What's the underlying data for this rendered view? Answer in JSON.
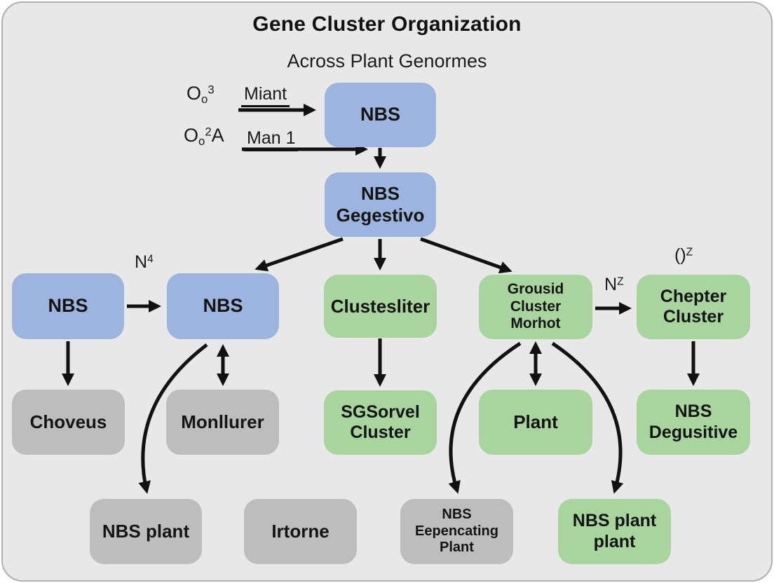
{
  "title": "Gene Cluster Organization",
  "subtitle": "Across Plant Genormes",
  "colors": {
    "background": "#e8e8e8",
    "frame_border": "#b0b0b0",
    "blue_node": "#9db4de",
    "green_node": "#a8d59e",
    "gray_node": "#bdbdbd",
    "arrow": "#111111",
    "text": "#111111"
  },
  "nodes": {
    "nbs_top": {
      "label": "NBS",
      "color": "blue"
    },
    "gegestivo": {
      "label": "NBS\nGegestivo",
      "color": "blue"
    },
    "nbs_left": {
      "label": "NBS",
      "color": "blue"
    },
    "nbs_mid": {
      "label": "NBS",
      "color": "blue"
    },
    "clustesliter": {
      "label": "Clustesliter",
      "color": "green"
    },
    "grousid": {
      "label": "Grousid\nCluster\nMorhot",
      "color": "green"
    },
    "chepter": {
      "label": "Chepter\nCluster",
      "color": "green"
    },
    "choveus": {
      "label": "Choveus",
      "color": "gray"
    },
    "monllurer": {
      "label": "Monllurer",
      "color": "gray"
    },
    "sgsorvel": {
      "label": "SGSorvel\nCluster",
      "color": "green"
    },
    "plant": {
      "label": "Plant",
      "color": "green"
    },
    "degusitive": {
      "label": "NBS\nDegusitive",
      "color": "green"
    },
    "nbs_plant": {
      "label": "NBS plant",
      "color": "gray"
    },
    "irtorne": {
      "label": "Irtorne",
      "color": "gray"
    },
    "eepencating": {
      "label": "NBS\nEepencating\nPlant",
      "color": "gray"
    },
    "nbs_plant_plant": {
      "label": "NBS plant\nplant",
      "color": "green"
    }
  },
  "annotations": {
    "o3": {
      "base": "O",
      "sub": "o",
      "sup": "3",
      "tail": ""
    },
    "miant": "Miant",
    "o2a": {
      "base": "O",
      "sub": "o",
      "sup": "2",
      "tail": "A"
    },
    "man1": "Man 1",
    "n4": {
      "base": "N",
      "sup": "4"
    },
    "nz": {
      "base": "N",
      "sup": "Z"
    },
    "parenz": {
      "base": "()",
      "sup": "Z"
    }
  }
}
